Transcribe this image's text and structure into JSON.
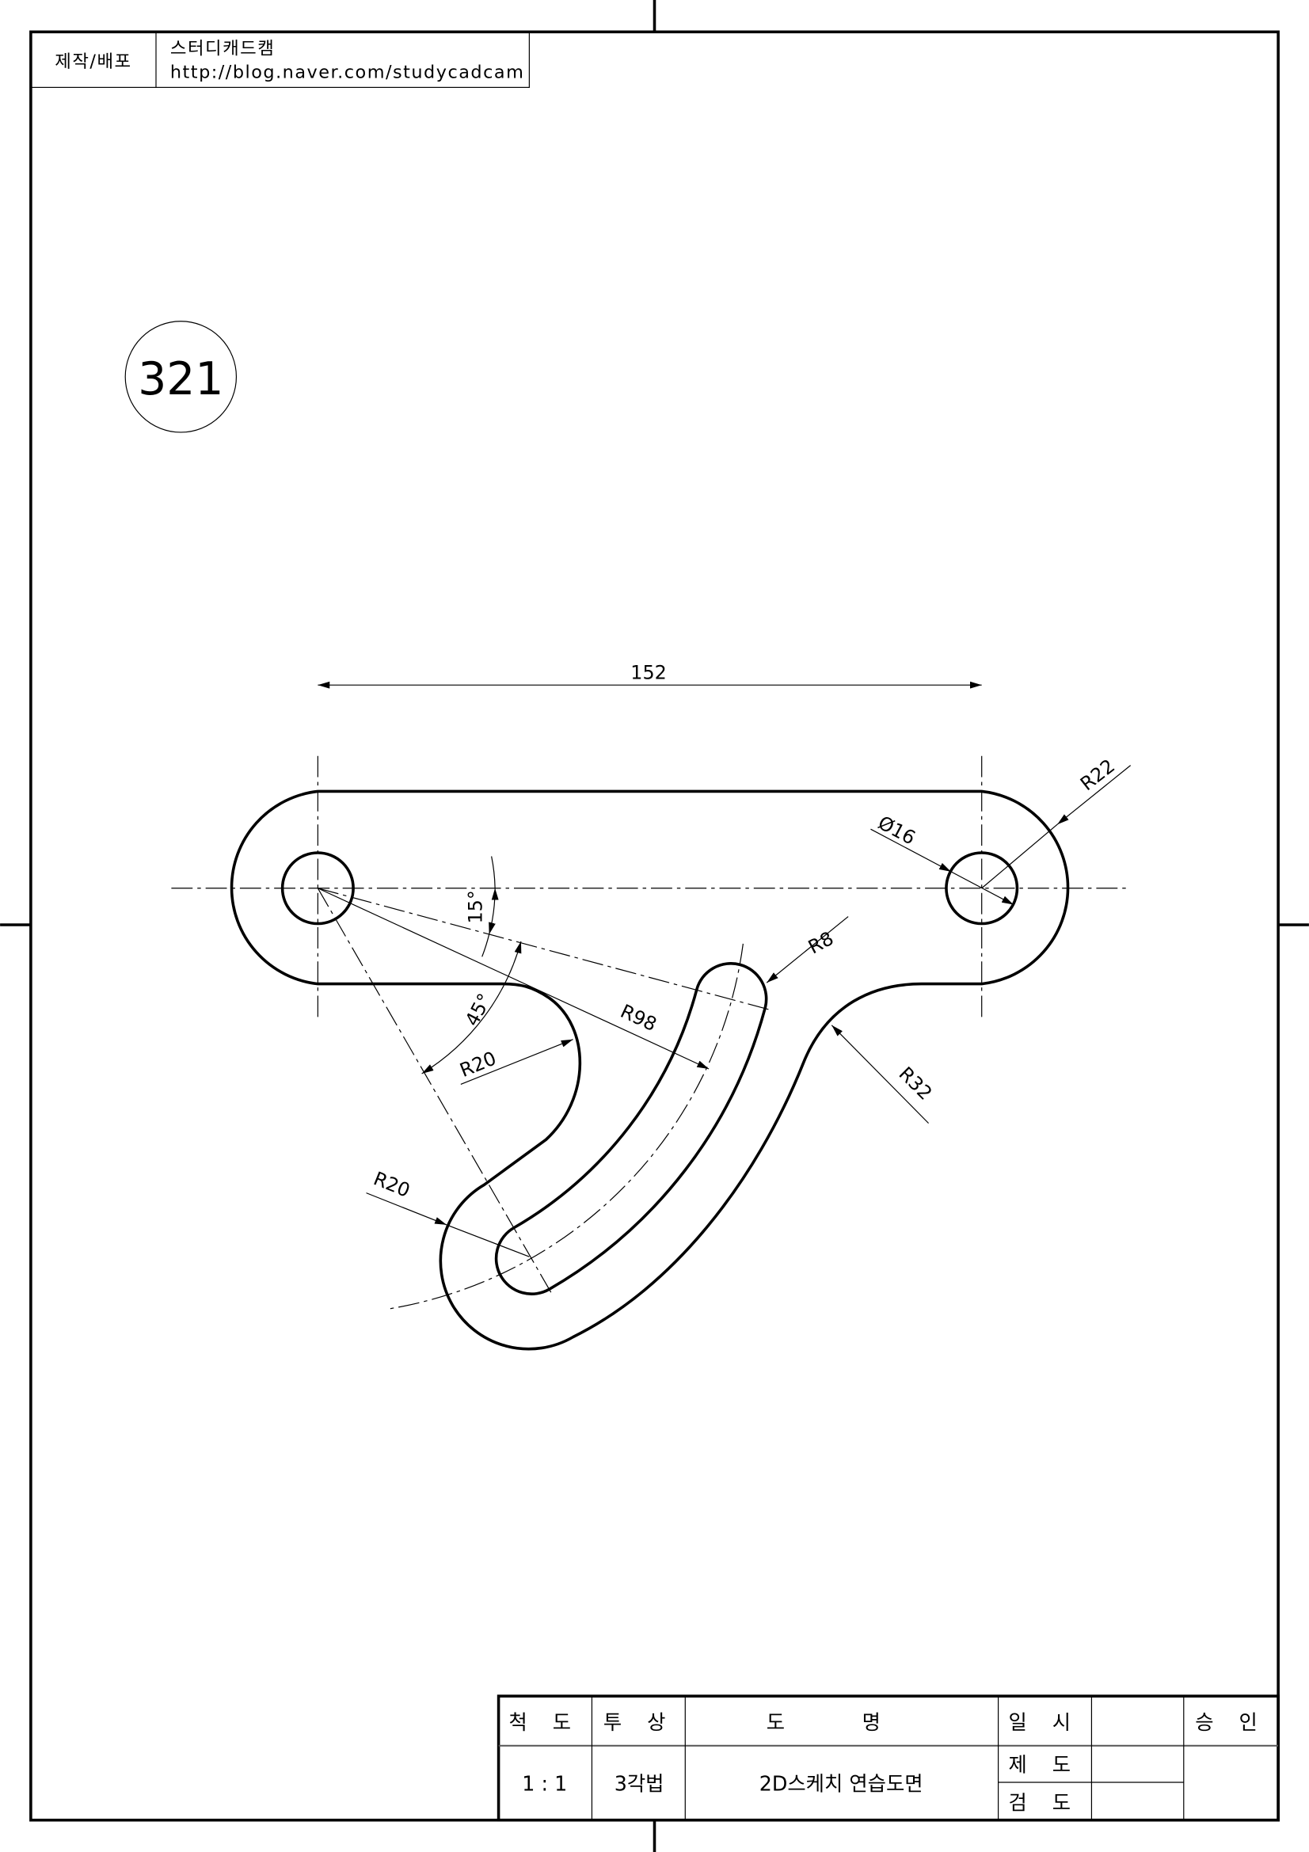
{
  "header": {
    "label": "제작/배포",
    "author": "스터디캐드캠",
    "url": "http://blog.naver.com/studycadcam"
  },
  "drawing_number": "321",
  "dimensions": {
    "length": "152",
    "r22": "R22",
    "dia16": "Ø16",
    "r8": "R8",
    "r98": "R98",
    "r32": "R32",
    "r20_upper": "R20",
    "r20_lower": "R20",
    "angle15": "15°",
    "angle45": "45°"
  },
  "title_block": {
    "scale_label": "척 도",
    "projection_label": "투 상",
    "name_label": "도 명",
    "date_label": "일 시",
    "approval_label": "승 인",
    "scale_value": "1 : 1",
    "projection_value": "3각법",
    "name_value": "2D스케치 연습도면",
    "drafted_label": "제 도",
    "checked_label": "검 도"
  }
}
